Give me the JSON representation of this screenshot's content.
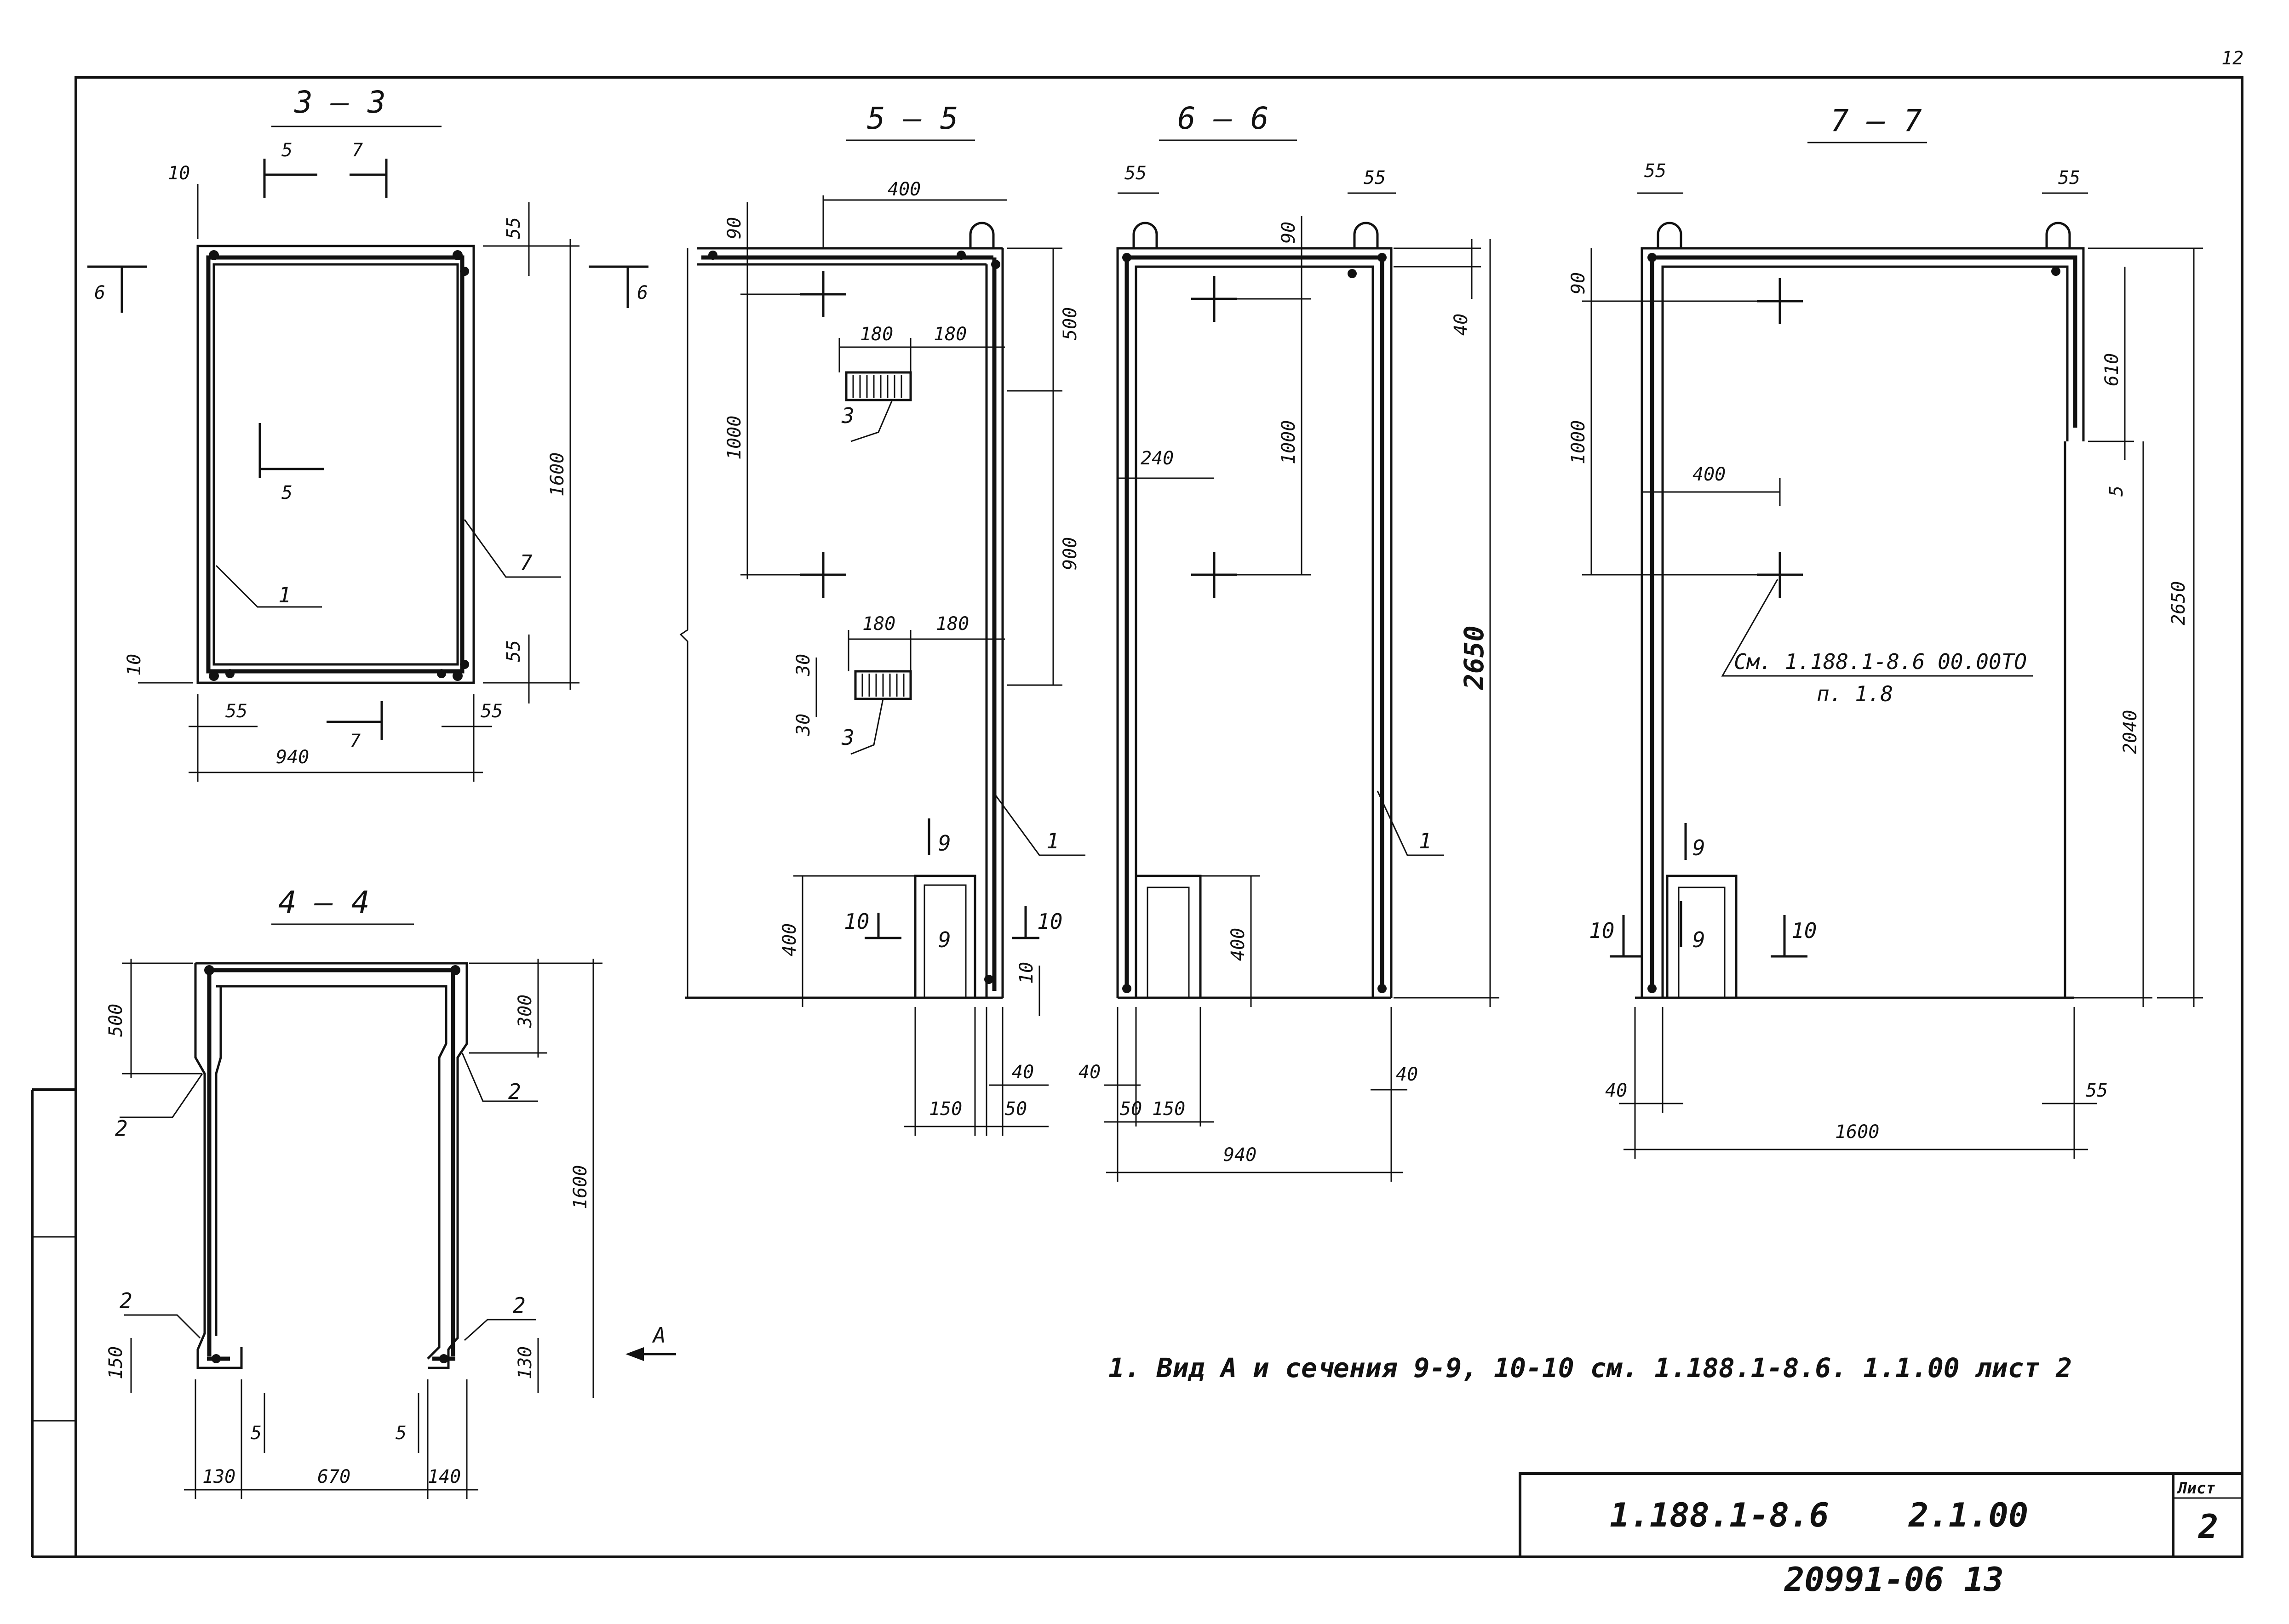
{
  "sheet": {
    "page_number": "12",
    "archive_number": "20991-06 13"
  },
  "title_block": {
    "document_code": "1.188.1-8.6",
    "item_code": "2.1.00",
    "sheet_label": "Лист",
    "sheet_number": "2"
  },
  "note": "1. Вид А и сечения 9-9, 10-10 см. 1.188.1-8.6. 1.1.00 лист 2",
  "sections": {
    "s33": {
      "title": "3 — 3",
      "marks": [
        "5",
        "7",
        "6",
        "6",
        "5",
        "7"
      ],
      "callouts": [
        "1",
        "7"
      ],
      "dims": [
        "940",
        "55",
        "55",
        "1600",
        "55",
        "55",
        "10",
        "10"
      ]
    },
    "s44": {
      "title": "4 — 4",
      "view_mark": "A",
      "callouts": [
        "2",
        "2",
        "2",
        "2"
      ],
      "dims": [
        "500",
        "300",
        "1600",
        "150",
        "130",
        "130",
        "670",
        "140",
        "5",
        "5"
      ]
    },
    "s55": {
      "title": "5 — 5",
      "marks": [
        "9",
        "9",
        "10",
        "10"
      ],
      "callouts": [
        "3",
        "3",
        "1"
      ],
      "dims": [
        "400",
        "90",
        "1000",
        "180",
        "180",
        "180",
        "180",
        "30",
        "30",
        "500",
        "900",
        "400",
        "10",
        "150",
        "50",
        "40"
      ]
    },
    "s66": {
      "title": "6 — 6",
      "callouts": [
        "1"
      ],
      "dims": [
        "55",
        "55",
        "90",
        "1000",
        "240",
        "40",
        "2650",
        "400",
        "40",
        "50",
        "150",
        "40",
        "940"
      ]
    },
    "s77": {
      "title": "7 — 7",
      "marks": [
        "9",
        "9",
        "10",
        "10"
      ],
      "reference": [
        "См. 1.188.1-8.6 00.00ТО",
        "п. 1.8"
      ],
      "dims": [
        "55",
        "55",
        "90",
        "1000",
        "400",
        "610",
        "5",
        "2040",
        "2650",
        "40",
        "55",
        "1600"
      ]
    }
  }
}
